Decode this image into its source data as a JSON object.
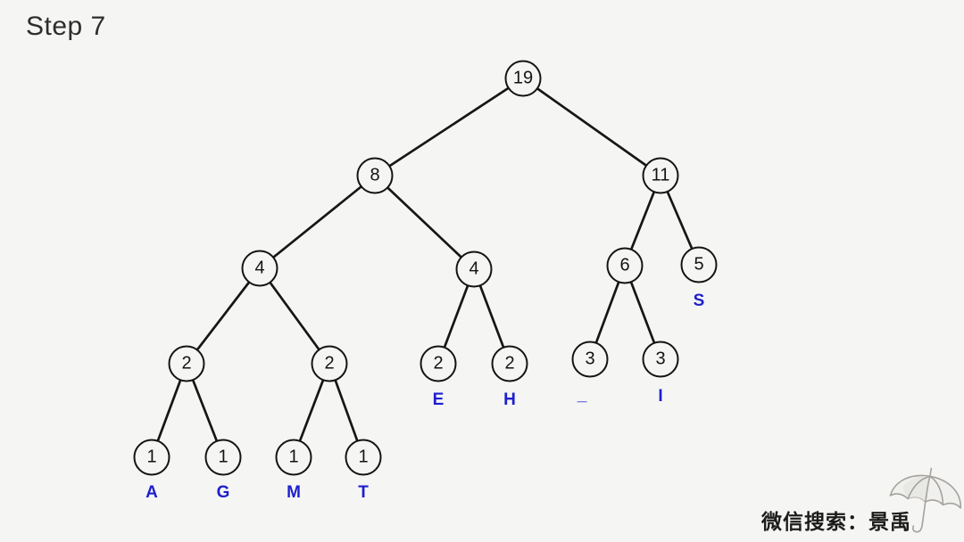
{
  "page": {
    "step_title": "Step 7"
  },
  "colors": {
    "background": "#f5f5f4",
    "edge": "#161616",
    "node_stroke": "#141414",
    "node_text": "#141414",
    "label_blue": "#1e1ecd",
    "title_text": "#2d2d2d",
    "watermark_text": "#1c1c1c",
    "umbrella_stroke": "#a6a29d"
  },
  "tree": {
    "nodes": [
      {
        "id": "n19",
        "value": "19"
      },
      {
        "id": "n8",
        "value": "8"
      },
      {
        "id": "n11",
        "value": "11"
      },
      {
        "id": "n4l",
        "value": "4"
      },
      {
        "id": "n4r",
        "value": "4"
      },
      {
        "id": "n6",
        "value": "6"
      },
      {
        "id": "n5",
        "value": "5",
        "letter": "S"
      },
      {
        "id": "n2a",
        "value": "2"
      },
      {
        "id": "n2b",
        "value": "2"
      },
      {
        "id": "n2c",
        "value": "2",
        "letter": "E"
      },
      {
        "id": "n2d",
        "value": "2",
        "letter": "H"
      },
      {
        "id": "n3a",
        "value": "3",
        "letter": "_"
      },
      {
        "id": "n3b",
        "value": "3",
        "letter": "I"
      },
      {
        "id": "n1a",
        "value": "1",
        "letter": "A"
      },
      {
        "id": "n1b",
        "value": "1",
        "letter": "G"
      },
      {
        "id": "n1c",
        "value": "1",
        "letter": "M"
      },
      {
        "id": "n1d",
        "value": "1",
        "letter": "T"
      }
    ],
    "edges": [
      [
        "n19",
        "n8"
      ],
      [
        "n19",
        "n11"
      ],
      [
        "n8",
        "n4l"
      ],
      [
        "n8",
        "n4r"
      ],
      [
        "n11",
        "n6"
      ],
      [
        "n11",
        "n5"
      ],
      [
        "n4l",
        "n2a"
      ],
      [
        "n4l",
        "n2b"
      ],
      [
        "n4r",
        "n2c"
      ],
      [
        "n4r",
        "n2d"
      ],
      [
        "n6",
        "n3a"
      ],
      [
        "n6",
        "n3b"
      ],
      [
        "n2a",
        "n1a"
      ],
      [
        "n2a",
        "n1b"
      ],
      [
        "n2b",
        "n1c"
      ],
      [
        "n2b",
        "n1d"
      ]
    ]
  },
  "footer": {
    "watermark": "微信搜索：景禹"
  }
}
